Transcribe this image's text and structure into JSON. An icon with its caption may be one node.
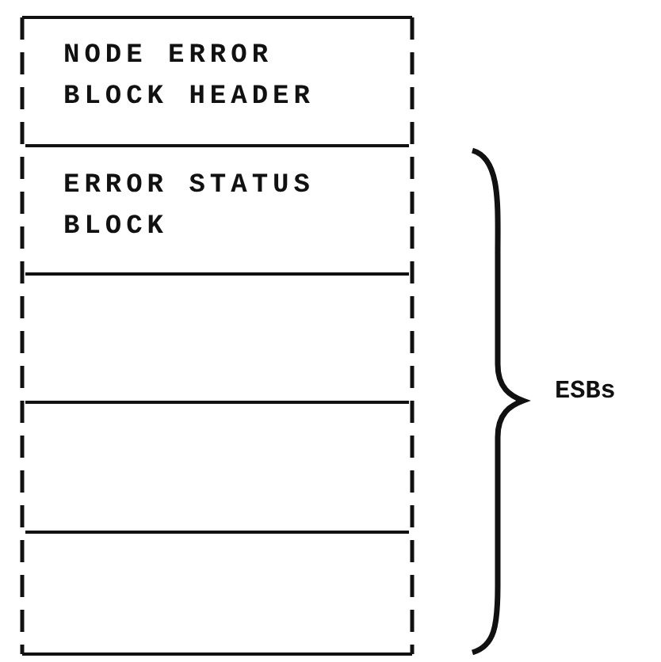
{
  "diagram": {
    "nodes": [
      {
        "text": [
          "NODE ERROR BLOCK HEADER"
        ]
      },
      {
        "text": [
          "ERROR STATUS BLOCK"
        ]
      },
      {
        "text": [],
        "shape": "box"
      },
      {
        "text": [],
        "shape": "box"
      },
      {
        "text": [],
        "shape": "box"
      }
    ],
    "edges": [],
    "labels": [
      "ESBs"
    ]
  }
}
